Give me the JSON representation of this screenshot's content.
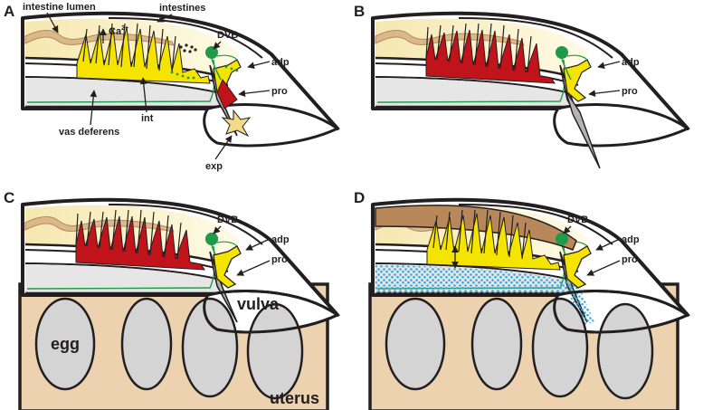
{
  "panels": {
    "a": {
      "letter": "A",
      "labels": {
        "intestine_lumen": "intestine lumen",
        "intestines": "intestines",
        "calcium": "Ca",
        "calcium_sup": "2+",
        "dvb": "DVB",
        "adp": "adp",
        "pro": "pro",
        "int": "int",
        "vas_deferens": "vas deferens",
        "exp": "exp"
      }
    },
    "b": {
      "letter": "B",
      "labels": {
        "adp": "adp",
        "pro": "pro"
      }
    },
    "c": {
      "letter": "C",
      "labels": {
        "dvb": "DVB",
        "adp": "adp",
        "pro": "pro",
        "vulva": "vulva",
        "egg": "egg",
        "uterus": "uterus"
      }
    },
    "d": {
      "letter": "D",
      "labels": {
        "dvb": "DVB",
        "adp": "adp",
        "pro": "pro"
      }
    }
  },
  "colors": {
    "outline": "#231f20",
    "intestine_fill": "#fdf6c8",
    "intestine_dark": "#b8875a",
    "muscle_yellow": "#f5e400",
    "muscle_red": "#c0131a",
    "neuron_green": "#1f9a4a",
    "vas_fill": "#e6e6e6",
    "uterus_fill": "#ecd2ae",
    "egg_fill": "#d4d4d4",
    "sperm_blue": "#3aa6d8",
    "spicule_gray": "#b3b3b3"
  }
}
